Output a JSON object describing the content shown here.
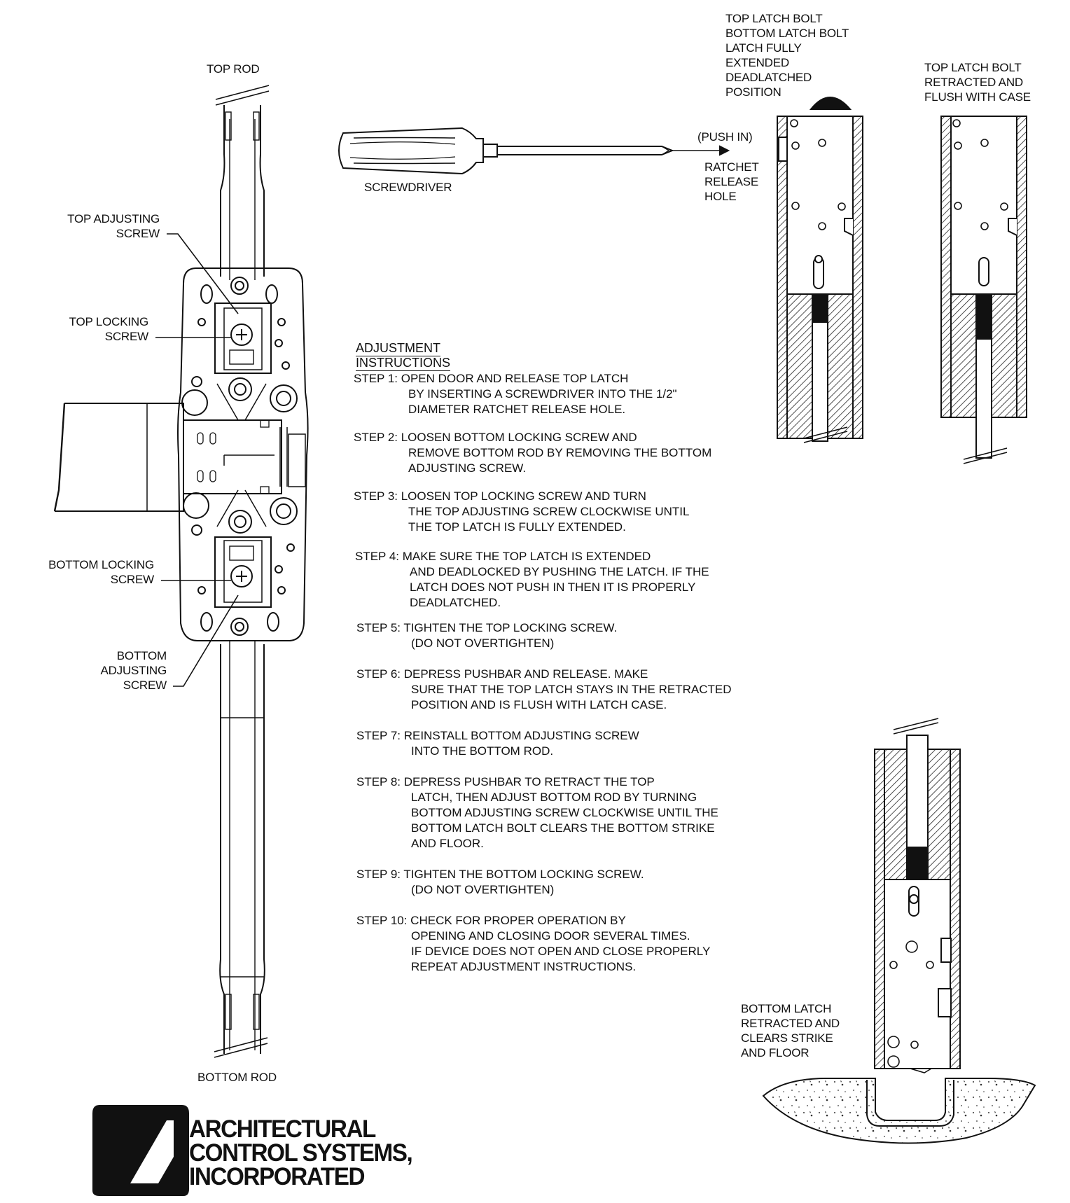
{
  "labels": {
    "top_rod": "TOP ROD",
    "bottom_rod": "BOTTOM ROD",
    "top_adjusting_screw": "TOP ADJUSTING\nSCREW",
    "top_locking_screw": "TOP LOCKING\nSCREW",
    "bottom_locking_screw": "BOTTOM LOCKING\nSCREW",
    "bottom_adjusting_screw": "BOTTOM\nADJUSTING\nSCREW",
    "screwdriver": "SCREWDRIVER",
    "push_in": "(PUSH IN)",
    "ratchet_release_hole": "RATCHET\nRELEASE\nHOLE",
    "top_latch_extended": "TOP LATCH BOLT\nBOTTOM LATCH BOLT\nLATCH FULLY\nEXTENDED\nDEADLATCHED\nPOSITION",
    "top_latch_retracted": "TOP LATCH BOLT\nRETRACTED AND\nFLUSH WITH CASE",
    "bottom_latch_retracted": "BOTTOM LATCH\nRETRACTED AND\nCLEARS STRIKE\nAND FLOOR"
  },
  "instructions": {
    "title": "ADJUSTMENT INSTRUCTIONS",
    "steps": [
      {
        "head": "STEP 1: OPEN DOOR AND RELEASE TOP LATCH",
        "body": "BY INSERTING A SCREWDRIVER INTO THE 1/2\"\nDIAMETER RATCHET RELEASE HOLE."
      },
      {
        "head": "STEP 2: LOOSEN BOTTOM LOCKING SCREW AND",
        "body": "REMOVE BOTTOM ROD BY REMOVING THE BOTTOM\nADJUSTING SCREW."
      },
      {
        "head": "STEP 3: LOOSEN TOP LOCKING SCREW AND TURN",
        "body": "THE TOP ADJUSTING SCREW CLOCKWISE UNTIL\nTHE TOP LATCH IS FULLY EXTENDED."
      },
      {
        "head": "STEP 4: MAKE SURE THE TOP LATCH IS EXTENDED",
        "body": "AND DEADLOCKED BY PUSHING THE LATCH. IF THE\nLATCH DOES NOT PUSH IN THEN IT IS PROPERLY\nDEADLATCHED."
      },
      {
        "head": "STEP 5: TIGHTEN THE TOP LOCKING SCREW.",
        "body": "(DO NOT OVERTIGHTEN)"
      },
      {
        "head": "STEP 6: DEPRESS PUSHBAR AND RELEASE. MAKE",
        "body": "SURE THAT THE TOP LATCH STAYS IN THE RETRACTED\nPOSITION AND IS FLUSH WITH LATCH CASE."
      },
      {
        "head": "STEP 7: REINSTALL BOTTOM ADJUSTING SCREW",
        "body": "INTO THE BOTTOM ROD."
      },
      {
        "head": "STEP 8: DEPRESS PUSHBAR TO RETRACT THE TOP",
        "body": "LATCH, THEN ADJUST BOTTOM ROD BY TURNING\nBOTTOM ADJUSTING SCREW CLOCKWISE UNTIL THE\nBOTTOM LATCH BOLT CLEARS THE BOTTOM STRIKE\nAND FLOOR."
      },
      {
        "head": "STEP 9: TIGHTEN THE BOTTOM LOCKING SCREW.",
        "body": "(DO NOT OVERTIGHTEN)"
      },
      {
        "head": "STEP 10: CHECK FOR PROPER OPERATION BY",
        "body": "OPENING AND CLOSING DOOR SEVERAL TIMES.\nIF DEVICE DOES NOT OPEN AND CLOSE PROPERLY\nREPEAT ADJUSTMENT INSTRUCTIONS."
      }
    ]
  },
  "logo": {
    "line1": "ARCHITECTURAL",
    "line2": "CONTROL SYSTEMS,",
    "line3": "INCORPORATED"
  }
}
